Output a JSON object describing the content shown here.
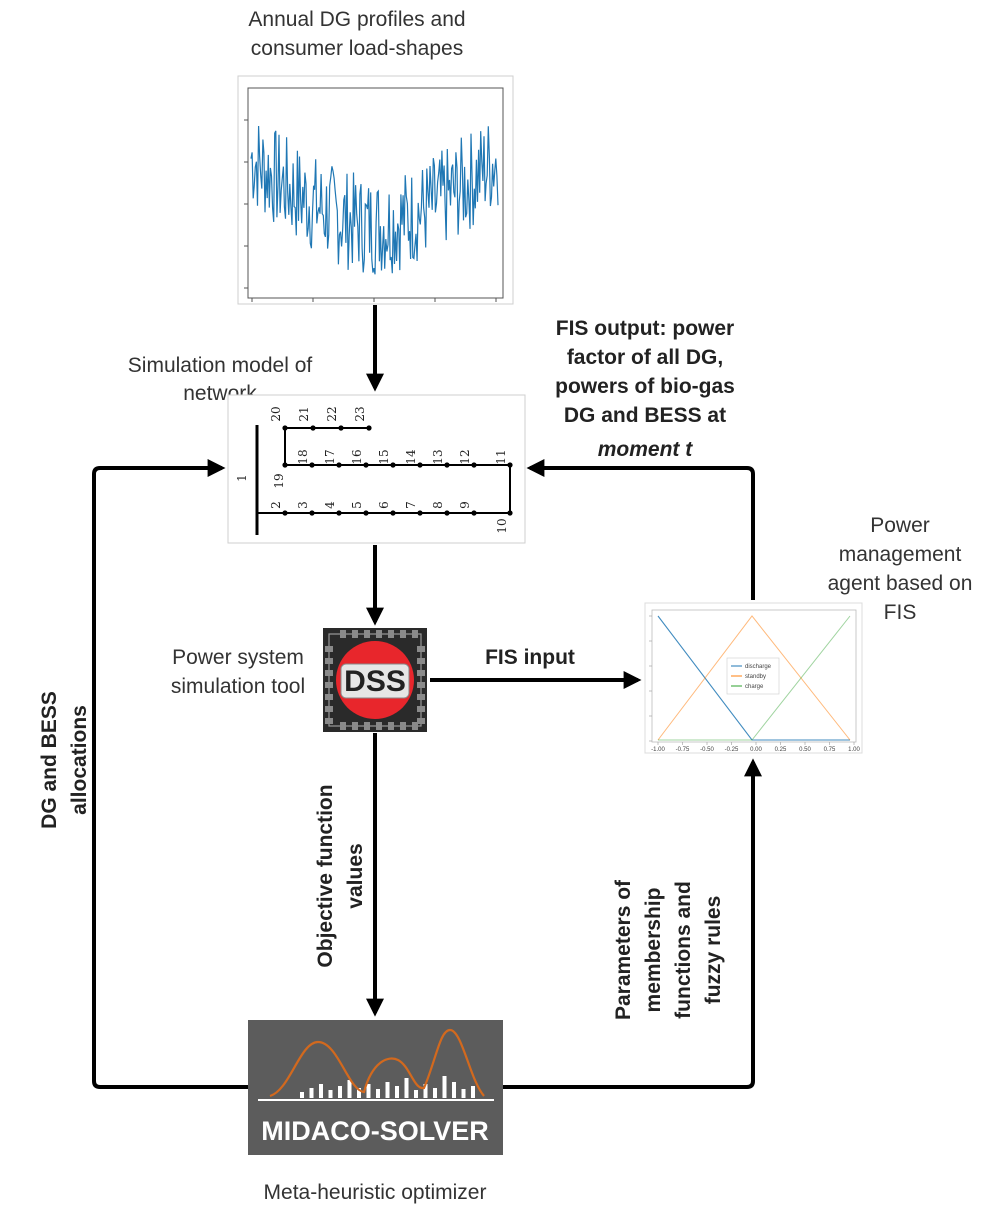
{
  "labels": {
    "profiles_line1": "Annual DG profiles and",
    "profiles_line2": "consumer load-shapes",
    "simulation_line1": "Simulation model of",
    "simulation_line2": "network",
    "fis_output_line1": "FIS output: power",
    "fis_output_line2": "factor of all DG,",
    "fis_output_line3": "powers of bio-gas",
    "fis_output_line4": "DG and BESS  at",
    "fis_output_line5": "moment t",
    "power_agent_line1": "Power",
    "power_agent_line2": "management",
    "power_agent_line3": "agent based on",
    "power_agent_line4": "FIS",
    "pss_line1": "Power system",
    "pss_line2": "simulation tool",
    "fis_input": "FIS input",
    "dg_bess_line1": "DG and BESS",
    "dg_bess_line2": "allocations",
    "objective_line1": "Objective function",
    "objective_line2": "values",
    "params_line1": "Parameters of",
    "params_line2": "membership",
    "params_line3": "functions and",
    "params_line4": "fuzzy rules",
    "meta": "Meta-heuristic optimizer",
    "dss_logo": "DSS",
    "midaco_logo": "MIDACO-SOLVER"
  },
  "network": {
    "top_nodes": [
      "20",
      "21",
      "22",
      "23"
    ],
    "mid_nodes": [
      "19",
      "18",
      "17",
      "16",
      "15",
      "14",
      "13",
      "12",
      "11"
    ],
    "bottom_nodes": [
      "2",
      "3",
      "4",
      "5",
      "6",
      "7",
      "8",
      "9",
      "10"
    ],
    "source_node": "1"
  },
  "fis_legend": [
    "discharge",
    "standby",
    "charge"
  ],
  "fis_ticks": [
    "-1.00",
    "-0.75",
    "-0.50",
    "-0.25",
    "0.00",
    "0.25",
    "0.50",
    "0.75",
    "1.00"
  ],
  "colors": {
    "profile_line": "#1f77b4",
    "discharge": "#1f77b4",
    "standby": "#ff7f0e",
    "charge": "#2ca02c",
    "dss_red": "#e8262c",
    "midaco_bg": "#5c5c5c",
    "midaco_curve": "#d2691e"
  }
}
